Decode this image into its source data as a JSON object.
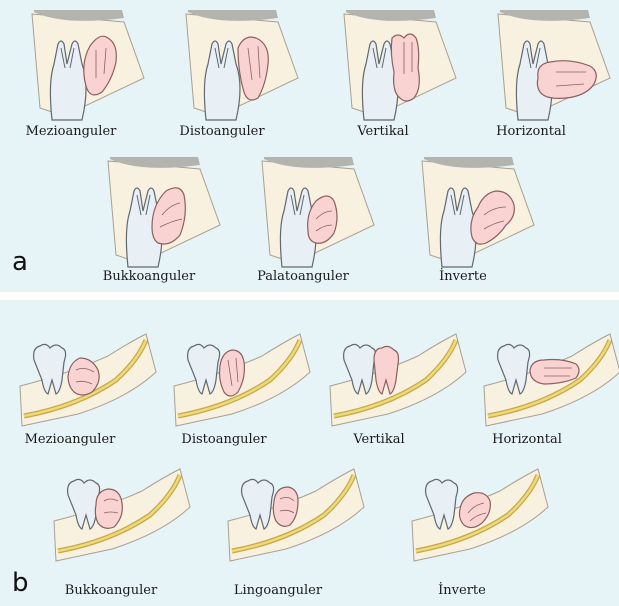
{
  "panels": [
    {
      "letter": "a",
      "items": [
        {
          "label": "Mezioanguler",
          "icon": "upper-molar-mesioangular-icon"
        },
        {
          "label": "Distoanguler",
          "icon": "upper-molar-distoangular-icon"
        },
        {
          "label": "Vertikal",
          "icon": "upper-molar-vertical-icon"
        },
        {
          "label": "Horizontal",
          "icon": "upper-molar-horizontal-icon"
        },
        {
          "label": "Bukkoanguler",
          "icon": "upper-molar-buccoangular-icon"
        },
        {
          "label": "Palatoanguler",
          "icon": "upper-molar-palatoangular-icon"
        },
        {
          "label": "İnverte",
          "icon": "upper-molar-inverted-icon"
        }
      ]
    },
    {
      "letter": "b",
      "items": [
        {
          "label": "Mezioanguler",
          "icon": "lower-molar-mesioangular-icon"
        },
        {
          "label": "Distoanguler",
          "icon": "lower-molar-distoangular-icon"
        },
        {
          "label": "Vertikal",
          "icon": "lower-molar-vertical-icon"
        },
        {
          "label": "Horizontal",
          "icon": "lower-molar-horizontal-icon"
        },
        {
          "label": "Bukkoanguler",
          "icon": "lower-molar-buccoangular-icon"
        },
        {
          "label": "Lingoanguler",
          "icon": "lower-molar-lingoangular-icon"
        },
        {
          "label": "İnverte",
          "icon": "lower-molar-inverted-icon"
        }
      ]
    }
  ],
  "colors": {
    "panel_bg": "#e6f3f7",
    "bone": "#f8f1df",
    "sinus": "#b4b4ae",
    "tooth": "#e8f0f5",
    "impacted": "#f9d3d1",
    "nerve": "#d8c050"
  }
}
